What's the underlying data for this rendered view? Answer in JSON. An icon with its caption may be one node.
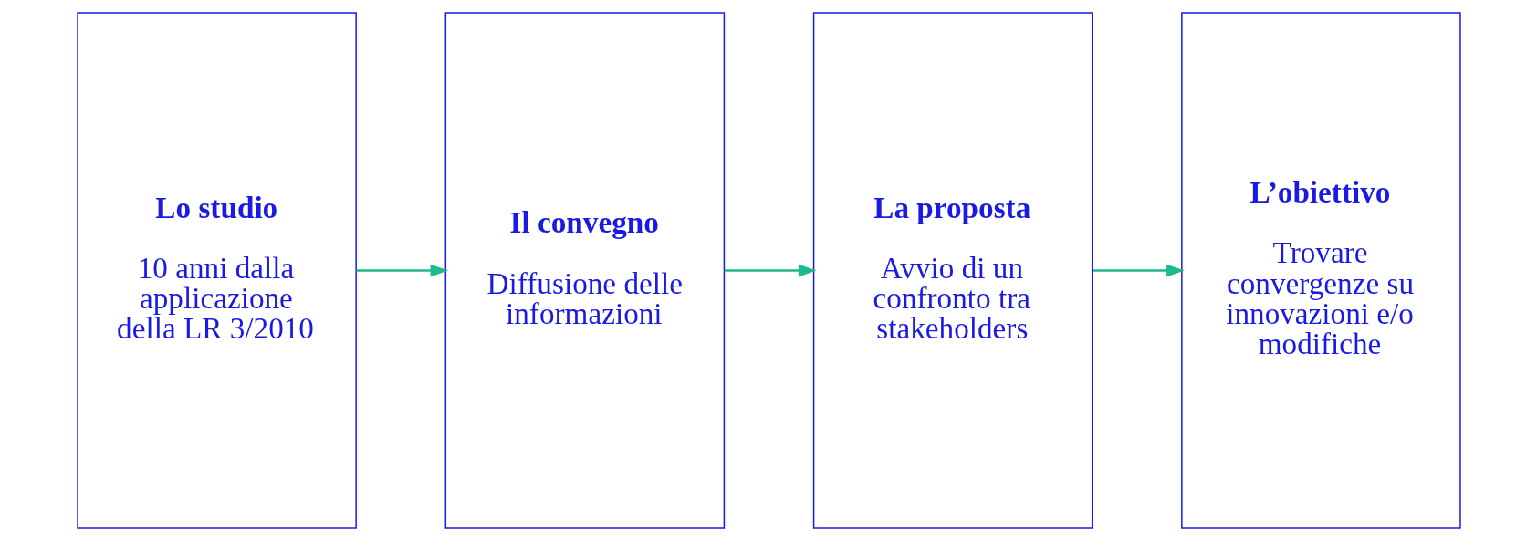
{
  "diagram": {
    "nodes": [
      {
        "text": [
          "Lo studio",
          "10 anni dalla applicazione della LR 3/2010"
        ]
      },
      {
        "text": [
          "Il convegno",
          "Diffusione delle informazioni"
        ]
      },
      {
        "text": [
          "La proposta",
          "Avvio di un confronto tra stakeholders"
        ]
      },
      {
        "text": [
          "L’obiettivo",
          "Trovare convergenze su innovazioni e/o modifiche"
        ]
      }
    ],
    "edges": [
      {
        "from": 0,
        "to": 1,
        "arrow": "to"
      },
      {
        "from": 1,
        "to": 2,
        "arrow": "to"
      },
      {
        "from": 2,
        "to": 3,
        "arrow": "to"
      }
    ]
  }
}
